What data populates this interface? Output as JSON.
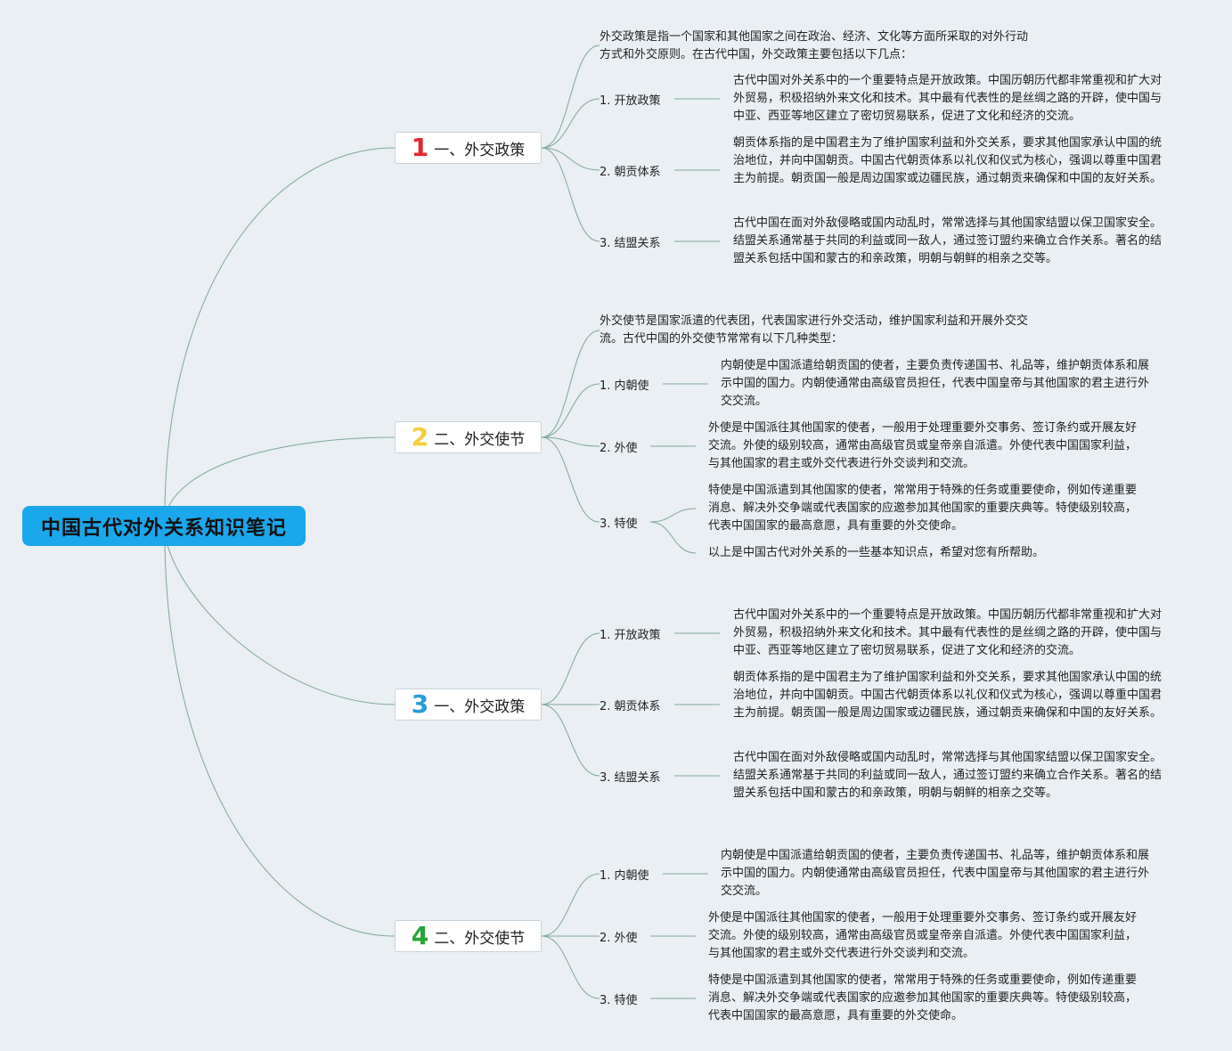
{
  "root": {
    "title": "中国古代对外关系知识笔记",
    "color": "#1aa7ec"
  },
  "line_color": "#7fa89a",
  "topics": [
    {
      "num": "1",
      "num_color": "#e0282e",
      "title": "一、外交政策",
      "intro": "外交政策是指一个国家和其他国家之间在政治、经济、文化等方面所采取的对外行动方式和外交原则。在古代中国，外交政策主要包括以下几点：",
      "items": [
        {
          "label": "1. 开放政策",
          "text": "古代中国对外关系中的一个重要特点是开放政策。中国历朝历代都非常重视和扩大对外贸易，积极招纳外来文化和技术。其中最有代表性的是丝绸之路的开辟，使中国与中亚、西亚等地区建立了密切贸易联系，促进了文化和经济的交流。"
        },
        {
          "label": "2. 朝贡体系",
          "text": "朝贡体系指的是中国君主为了维护国家利益和外交关系，要求其他国家承认中国的统治地位，并向中国朝贡。中国古代朝贡体系以礼仪和仪式为核心，强调以尊重中国君主为前提。朝贡国一般是周边国家或边疆民族，通过朝贡来确保和中国的友好关系。"
        },
        {
          "label": "3. 结盟关系",
          "text": "古代中国在面对外敌侵略或国内动乱时，常常选择与其他国家结盟以保卫国家安全。结盟关系通常基于共同的利益或同一敌人，通过签订盟约来确立合作关系。著名的结盟关系包括中国和蒙古的和亲政策，明朝与朝鲜的相亲之交等。"
        }
      ]
    },
    {
      "num": "2",
      "num_color": "#f2cf3c",
      "title": "二、外交使节",
      "intro": "外交使节是国家派遣的代表团，代表国家进行外交活动，维护国家利益和开展外交交流。古代中国的外交使节常常有以下几种类型：",
      "items": [
        {
          "label": "1. 内朝使",
          "text": "内朝使是中国派遣给朝贡国的使者，主要负责传递国书、礼品等，维护朝贡体系和展示中国的国力。内朝使通常由高级官员担任，代表中国皇帝与其他国家的君主进行外交交流。"
        },
        {
          "label": "2. 外使",
          "text": "外使是中国派往其他国家的使者，一般用于处理重要外交事务、签订条约或开展友好交流。外使的级别较高，通常由高级官员或皇帝亲自派遣。外使代表中国国家利益，与其他国家的君主或外交代表进行外交谈判和交流。"
        },
        {
          "label": "3. 特使",
          "text": "特使是中国派遣到其他国家的使者，常常用于特殊的任务或重要使命，例如传递重要消息、解决外交争端或代表国家的应邀参加其他国家的重要庆典等。特使级别较高，代表中国国家的最高意愿，具有重要的外交使命。",
          "extra": "以上是中国古代对外关系的一些基本知识点，希望对您有所帮助。"
        }
      ]
    },
    {
      "num": "3",
      "num_color": "#2b9bd8",
      "title": "一、外交政策",
      "items": [
        {
          "label": "1. 开放政策",
          "text": "古代中国对外关系中的一个重要特点是开放政策。中国历朝历代都非常重视和扩大对外贸易，积极招纳外来文化和技术。其中最有代表性的是丝绸之路的开辟，使中国与中亚、西亚等地区建立了密切贸易联系，促进了文化和经济的交流。"
        },
        {
          "label": "2. 朝贡体系",
          "text": "朝贡体系指的是中国君主为了维护国家利益和外交关系，要求其他国家承认中国的统治地位，并向中国朝贡。中国古代朝贡体系以礼仪和仪式为核心，强调以尊重中国君主为前提。朝贡国一般是周边国家或边疆民族，通过朝贡来确保和中国的友好关系。"
        },
        {
          "label": "3. 结盟关系",
          "text": "古代中国在面对外敌侵略或国内动乱时，常常选择与其他国家结盟以保卫国家安全。结盟关系通常基于共同的利益或同一敌人，通过签订盟约来确立合作关系。著名的结盟关系包括中国和蒙古的和亲政策，明朝与朝鲜的相亲之交等。"
        }
      ]
    },
    {
      "num": "4",
      "num_color": "#27a338",
      "title": "二、外交使节",
      "items": [
        {
          "label": "1. 内朝使",
          "text": "内朝使是中国派遣给朝贡国的使者，主要负责传递国书、礼品等，维护朝贡体系和展示中国的国力。内朝使通常由高级官员担任，代表中国皇帝与其他国家的君主进行外交交流。"
        },
        {
          "label": "2. 外使",
          "text": "外使是中国派往其他国家的使者，一般用于处理重要外交事务、签订条约或开展友好交流。外使的级别较高，通常由高级官员或皇帝亲自派遣。外使代表中国国家利益，与其他国家的君主或外交代表进行外交谈判和交流。"
        },
        {
          "label": "3. 特使",
          "text": "特使是中国派遣到其他国家的使者，常常用于特殊的任务或重要使命，例如传递重要消息、解决外交争端或代表国家的应邀参加其他国家的重要庆典等。特使级别较高，代表中国国家的最高意愿，具有重要的外交使命。"
        }
      ]
    }
  ]
}
